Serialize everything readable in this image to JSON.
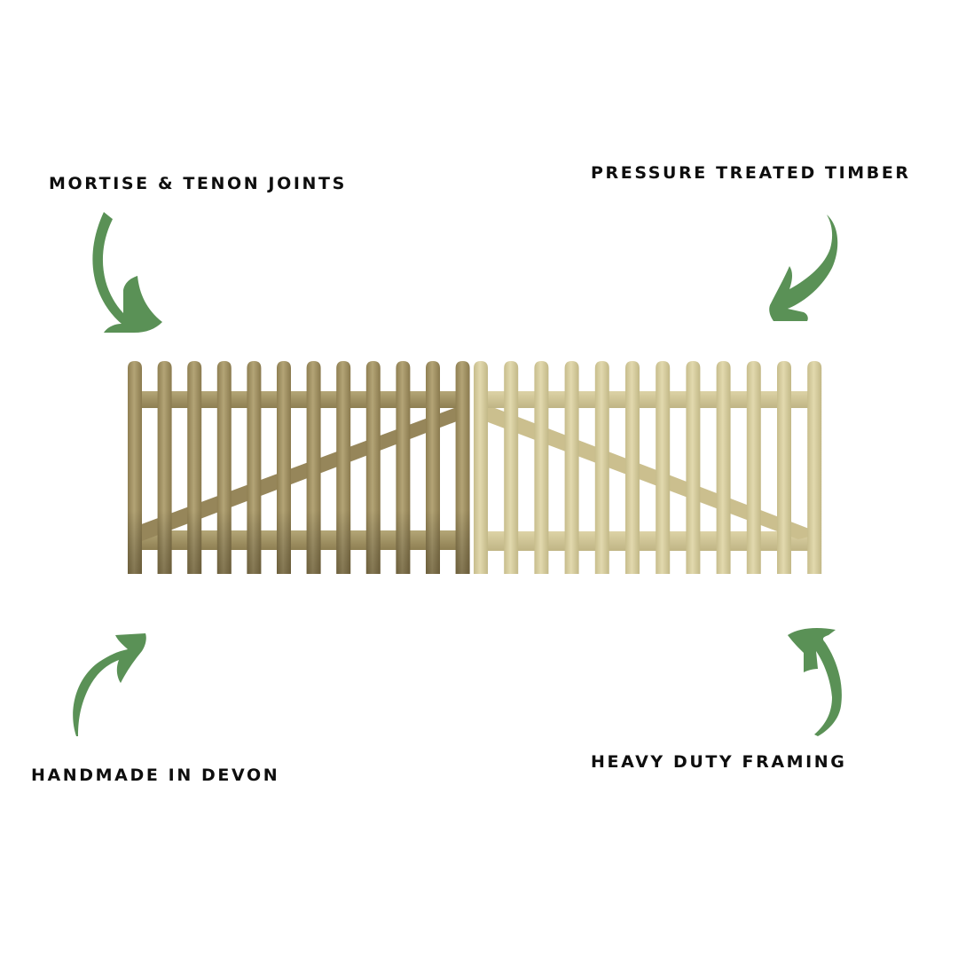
{
  "features": [
    {
      "id": "top-left",
      "label": "MORTISE & TENON JOINTS",
      "arrow_direction": "down-right"
    },
    {
      "id": "top-right",
      "label": "PRESSURE TREATED TIMBER",
      "arrow_direction": "down-left"
    },
    {
      "id": "bottom-left",
      "label": "HANDMADE IN DEVON",
      "arrow_direction": "up-right"
    },
    {
      "id": "bottom-right",
      "label": "HEAVY DUTY FRAMING",
      "arrow_direction": "up-left"
    }
  ],
  "product": {
    "name": "Picket double gate",
    "pales_per_leaf": 12,
    "leaves": 2
  },
  "colors": {
    "arrow": "#5a9156",
    "text": "#0e0e0e",
    "timber_left": "#a8986a",
    "timber_right": "#d6cc9c",
    "background": "#ffffff"
  }
}
